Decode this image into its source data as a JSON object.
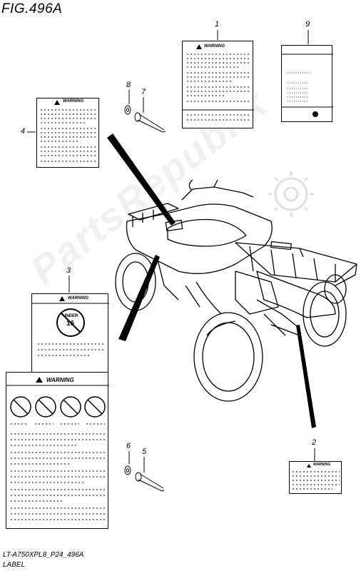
{
  "figure": {
    "title": "FIG.496A",
    "model_code": "LT-A750XPL8_P24_496A",
    "subtitle": "LABEL",
    "watermark": "PartsRepublik"
  },
  "callouts": [
    {
      "number": "1"
    },
    {
      "number": "2"
    },
    {
      "number": "3"
    },
    {
      "number": "4"
    },
    {
      "number": "5"
    },
    {
      "number": "6"
    },
    {
      "number": "7"
    },
    {
      "number": "8"
    },
    {
      "number": "9"
    }
  ],
  "labels": {
    "warning_word": "WARNING",
    "under_text": "UNDER",
    "age_number": "16"
  },
  "colors": {
    "line": "#000000",
    "background": "#ffffff"
  },
  "icons": [
    "warning-triangle-icon",
    "gear-icon",
    "no-under-16-icon",
    "no-passenger-icon",
    "no-alcohol-icon",
    "no-road-riding-icon",
    "helmet-icon"
  ]
}
